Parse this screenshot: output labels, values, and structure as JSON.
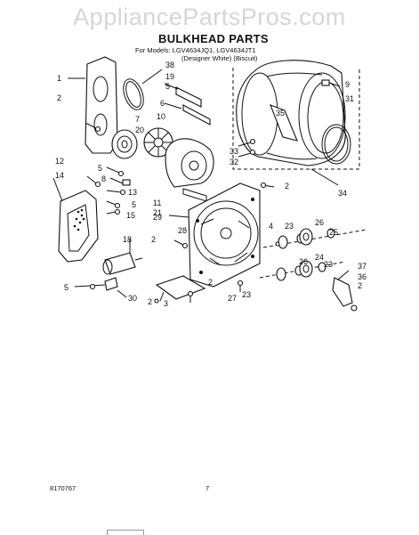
{
  "watermark": "AppliancePartsPros.com",
  "title": "BULKHEAD PARTS",
  "models_line": "For Models: LGV4634JQ1, LGV4634JT1",
  "variants_line": "(Designer White)   (Biscuit)",
  "footer": {
    "code": "8170767",
    "page": "7"
  },
  "labels": [
    {
      "id": "l1",
      "text": "1"
    },
    {
      "id": "l2a",
      "text": "2"
    },
    {
      "id": "l38",
      "text": "38"
    },
    {
      "id": "l19",
      "text": "19"
    },
    {
      "id": "l5a",
      "text": "5"
    },
    {
      "id": "l9",
      "text": "9"
    },
    {
      "id": "l31",
      "text": "31"
    },
    {
      "id": "l6",
      "text": "6"
    },
    {
      "id": "l35",
      "text": "35"
    },
    {
      "id": "l10",
      "text": "10"
    },
    {
      "id": "l7",
      "text": "7"
    },
    {
      "id": "l20",
      "text": "20"
    },
    {
      "id": "l33",
      "text": "33"
    },
    {
      "id": "l32",
      "text": "32"
    },
    {
      "id": "l12",
      "text": "12"
    },
    {
      "id": "l5b",
      "text": "5"
    },
    {
      "id": "l14",
      "text": "14"
    },
    {
      "id": "l8",
      "text": "8"
    },
    {
      "id": "l13",
      "text": "13"
    },
    {
      "id": "l2b",
      "text": "2"
    },
    {
      "id": "l34",
      "text": "34"
    },
    {
      "id": "l5c",
      "text": "5"
    },
    {
      "id": "l11",
      "text": "11"
    },
    {
      "id": "l21",
      "text": "21"
    },
    {
      "id": "l15",
      "text": "15"
    },
    {
      "id": "l29",
      "text": "29"
    },
    {
      "id": "l4",
      "text": "4"
    },
    {
      "id": "l23a",
      "text": "23"
    },
    {
      "id": "l26a",
      "text": "26"
    },
    {
      "id": "l28",
      "text": "28"
    },
    {
      "id": "l2c",
      "text": "2"
    },
    {
      "id": "l18",
      "text": "18"
    },
    {
      "id": "l25",
      "text": "25"
    },
    {
      "id": "l2d",
      "text": "2"
    },
    {
      "id": "l26b",
      "text": "26"
    },
    {
      "id": "l24",
      "text": "24"
    },
    {
      "id": "l23b",
      "text": "23"
    },
    {
      "id": "l37",
      "text": "37"
    },
    {
      "id": "l36",
      "text": "36"
    },
    {
      "id": "l2e",
      "text": "2"
    },
    {
      "id": "l5d",
      "text": "5"
    },
    {
      "id": "l30",
      "text": "30"
    },
    {
      "id": "l2f",
      "text": "2"
    },
    {
      "id": "l3",
      "text": "3"
    },
    {
      "id": "l27",
      "text": "27"
    },
    {
      "id": "l23c",
      "text": "23"
    }
  ]
}
